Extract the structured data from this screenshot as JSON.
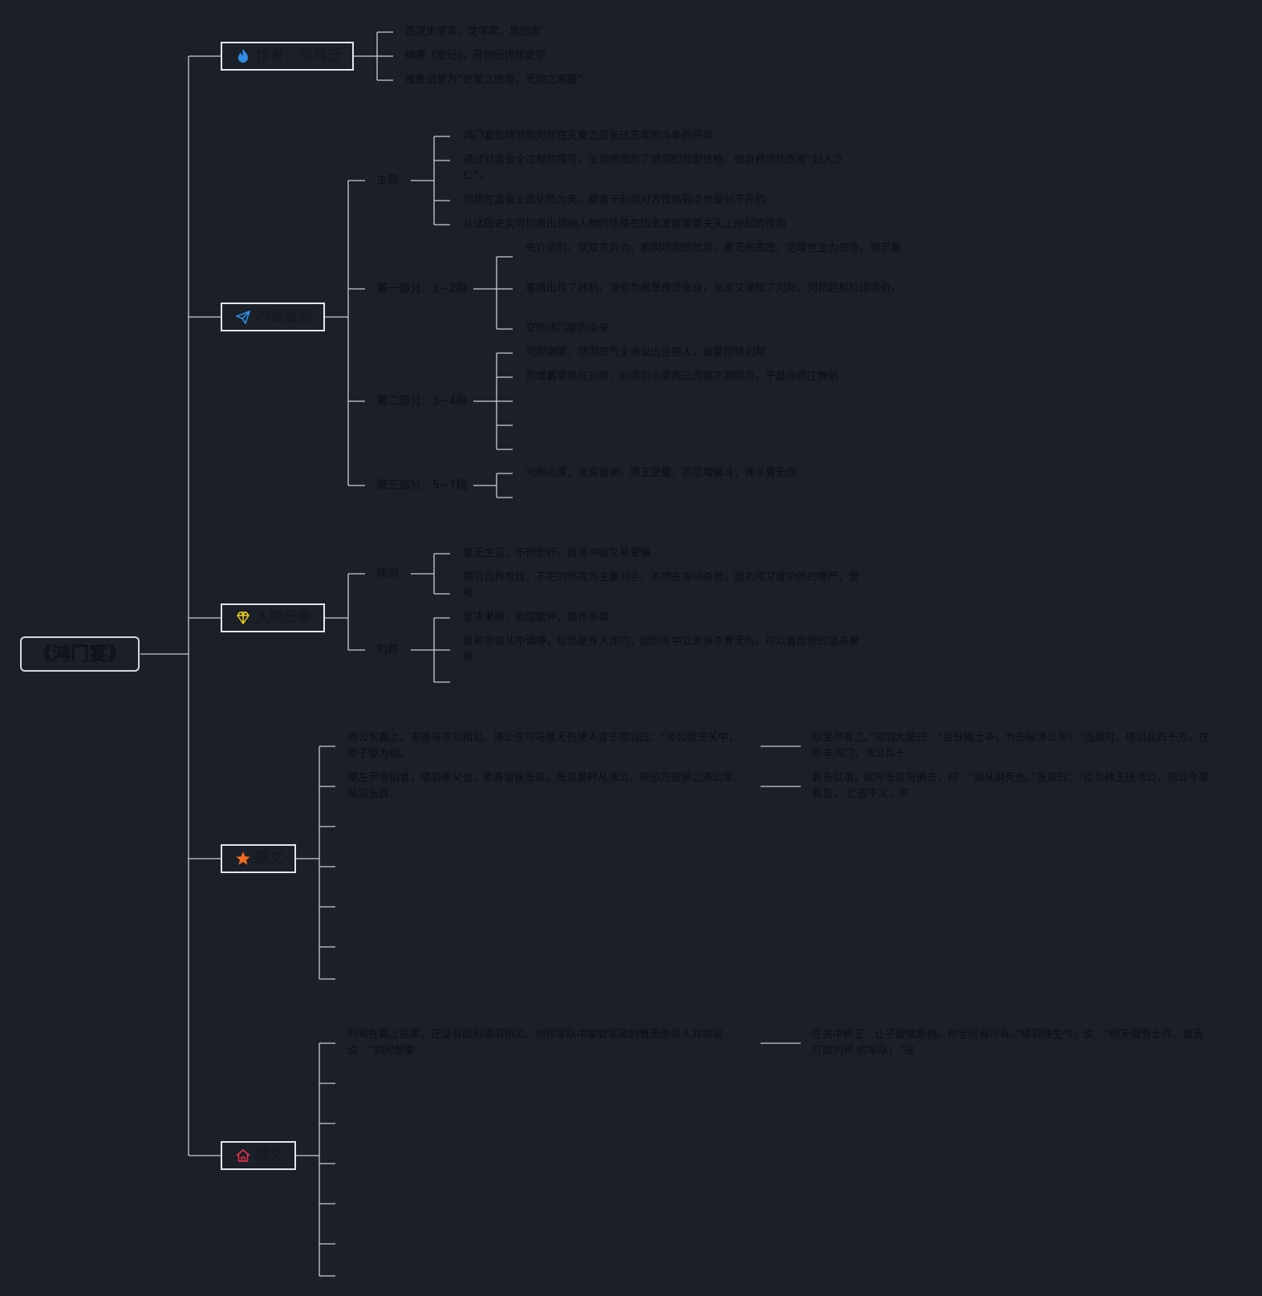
{
  "root": "《鸿门宴》",
  "author": {
    "label": "作者：司马迁",
    "icon": "fire-icon",
    "icon_color": "#2f8fe8",
    "items": [
      "西汉史学家、文学家、思想家",
      "编著《史记》，开创纪传体史学",
      "被鲁迅誉为“史家之绝唱，无韵之离骚”"
    ]
  },
  "content": {
    "label": "内容鉴赏",
    "icon": "send-icon",
    "icon_color": "#2f8fe8",
    "theme": {
      "label": "主旨",
      "items": [
        "鸿门宴是项羽和刘邦在灭秦之后长达五年的斗争的开端",
        "通过对宴会全过程的描写，生动地揭示了项羽的悲剧性格：他自矜功伐而有“妇人之仁”。",
        "刘邦在宴会上能化险为夷，跟善于利用对方性格弱点也是分不开的",
        "从这段史实可以看出领袖人物的性格在历史发展重要关头上所起的作用"
      ]
    },
    "part1": {
      "label": "第一部分：1~2段",
      "items": [
        "先介绍刘、项双方兵力，表明项羽的优势。曹无伤高密，范增也主力进攻，预示着",
        "事情出现了转机，项伯为报恩夜访张良，张良又通知了刘邦，刘邦趁机拉拢项伯，",
        "交待鸿门宴的由来"
      ]
    },
    "part2": {
      "label": "第二部分：3~4段",
      "items": [
        "刘邦谢罪，项羽怒气全消说出告密人，设宴招待刘邦",
        "范增蓄意杀死刘邦，向项羽示意再三而得不到回应，于是命项庄舞剑",
        "",
        "",
        ""
      ]
    },
    "part3": {
      "label": "第三部分：5~7段",
      "items": [
        "刘邦逃席；张良留谢，项王受璧，而范增破斗；诛杀曹无伤",
        ""
      ]
    }
  },
  "characters": {
    "label": "人物形象",
    "icon": "diamond-icon",
    "icon_color": "#f2d31b",
    "xiangyu": {
      "label": "项羽",
      "items": [
        "毫无主见，不辨忠奸，既易冲动又易受骗",
        "项羽自矜攻伐，不把刘邦视为主要对手，不想在席间杀他，而刘邦又维护他的尊严，樊哙"
      ]
    },
    "liubang": {
      "label": "刘邦",
      "items": [
        "坚决果断，能屈能伸，狡诈多端",
        "虽有项伯从中调停，但仍是身入虎穴，回到军中立即诛杀曹无伤，可以看出他的坚决果断",
        ""
      ]
    }
  },
  "original": {
    "label": "原文",
    "icon": "star-icon",
    "icon_color": "#f26a21",
    "rows": [
      {
        "left": "沛公军霸上，未得与项羽相见。沛公左司马曹无伤使人言于项羽曰：“沛公欲王关中，使子婴为相，",
        "right": "珍宝尽有之。”项羽大怒曰：“旦日飨士卒，为击破沛公军！”当是时，项羽兵四十万，在新丰鸿门；沛公兵十"
      },
      {
        "left": "楚左尹项伯者，项羽季父也，素善留侯张良。张良是时从沛公，项伯乃夜驰之沛公军，私见张良，",
        "right": "具告以事，欲呼张良与俱去，曰：“毋从俱死也。”张良曰：“臣为韩王送沛公，沛公今事有急， 亡去不义，不"
      }
    ]
  },
  "translation": {
    "label": "译文",
    "icon": "home-icon",
    "icon_color": "#e8334f",
    "rows": [
      {
        "left": "刘邦在霸上驻军，还没有能和项羽相见。刘邦军队中掌管军政的曹无伤派人对项羽说：“刘邦想要",
        "right": "在关中称王，让子婴做丞相，珍宝应有尽有。”项羽很生气，说：“明天犒劳士兵，替我打败刘邦 的军队！”这"
      }
    ]
  }
}
